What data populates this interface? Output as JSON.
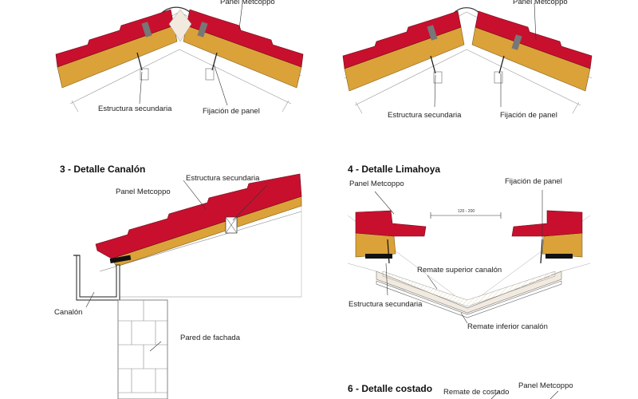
{
  "colors": {
    "panel_red": "#c8102e",
    "panel_core": "#dba23a",
    "line": "#555555",
    "fill_light": "#f2eadf"
  },
  "detail1": {
    "labels": {
      "panel": "Panel Metcoppo",
      "structure": "Estructura secundaria",
      "fixing": "Fijación de panel"
    }
  },
  "detail2": {
    "labels": {
      "panel": "Panel Metcoppo",
      "structure": "Estructura secundaria",
      "fixing": "Fijación de panel"
    }
  },
  "detail3": {
    "title": "3 - Detalle Canalón",
    "labels": {
      "structure": "Estructura secundaria",
      "panel": "Panel Metcoppo",
      "gutter": "Canalón",
      "wall": "Pared de fachada"
    }
  },
  "detail4": {
    "title": "4 - Detalle Limahoya",
    "labels": {
      "panel": "Panel Metcoppo",
      "fixing": "Fijación de panel",
      "dimension": "120 - 200",
      "upper_flashing": "Remate superior canalón",
      "structure": "Estructura secundaria",
      "lower_flashing": "Remate inferior canalón"
    }
  },
  "detail6": {
    "title": "6 - Detalle costado",
    "labels": {
      "side_flashing": "Remate de costado",
      "panel": "Panel Metcoppo"
    }
  }
}
